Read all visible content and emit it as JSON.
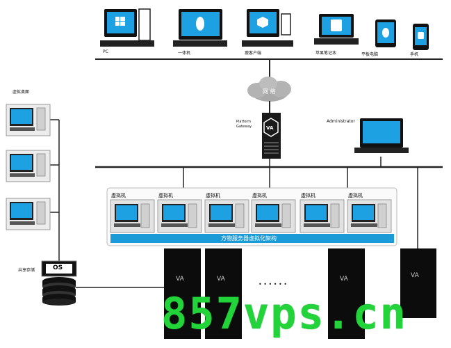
{
  "top_devices": [
    {
      "icon": "windows-icon",
      "caption": "PC"
    },
    {
      "icon": "linux-icon",
      "caption": "一体机"
    },
    {
      "icon": "box-icon",
      "caption": "瘦客户端"
    },
    {
      "icon": "mac-icon",
      "caption": "苹果笔记本"
    },
    {
      "icon": "apple-icon",
      "caption": "平板电脑"
    },
    {
      "icon": "android-icon",
      "caption": "手机"
    }
  ],
  "network_label": "网 络",
  "gateway_label": "VA",
  "gateway_caption": "Platform Gateway",
  "admin_caption": "Administrator",
  "left_group_caption": "虚拟桌面",
  "storage_label": "OS",
  "storage_caption": "共享存储",
  "vm_labels": [
    "虚拟机",
    "虚拟机",
    "虚拟机",
    "虚拟机",
    "虚拟机",
    "虚拟机"
  ],
  "platform_bar_label": "方物服务器虚拟化架构",
  "server_labels": [
    "VA",
    "VA",
    "VA",
    "VA"
  ],
  "dots_label": "• • • • • •",
  "watermark": "857vps.cn",
  "colors": {
    "screen": "#1da1e2",
    "bar": "#1a9ad6",
    "dark": "#111111",
    "line": "#222222"
  }
}
